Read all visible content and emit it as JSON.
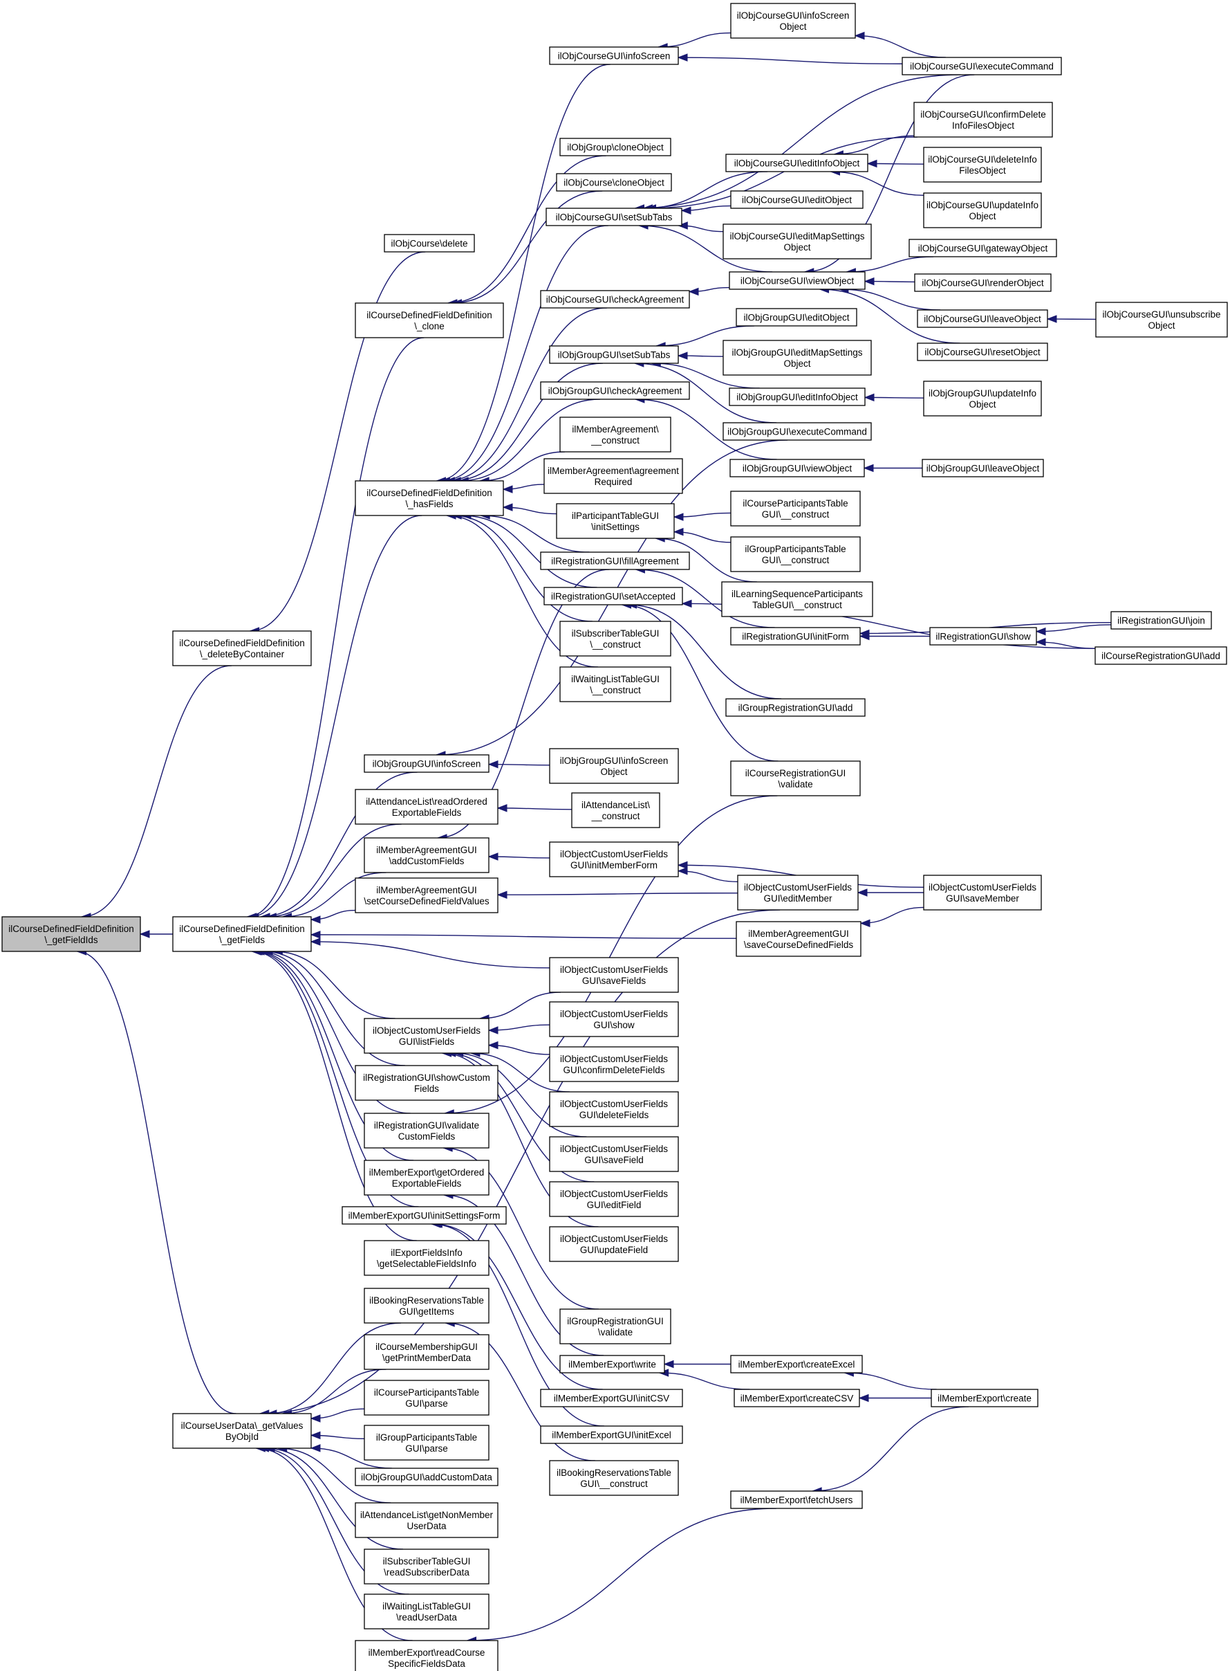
{
  "colors": {
    "edge": "#191970",
    "node_border": "#000000",
    "root_fill": "#bfbfbf",
    "node_fill": "#ffffff"
  },
  "diagram": {
    "nodes": [
      {
        "id": "root",
        "lines": [
          "ilCourseDefinedFieldDefinition",
          "\\_getFieldIds"
        ],
        "root": true
      },
      {
        "id": "deleteByContainer",
        "lines": [
          "ilCourseDefinedFieldDefinition",
          "\\_deleteByContainer"
        ]
      },
      {
        "id": "getFields",
        "lines": [
          "ilCourseDefinedFieldDefinition",
          "\\_getFields"
        ]
      },
      {
        "id": "getValuesByObjId",
        "lines": [
          "ilCourseUserData\\_getValues",
          "ByObjId"
        ]
      },
      {
        "id": "objCourseDelete",
        "lines": [
          "ilObjCourse\\delete"
        ]
      },
      {
        "id": "clone",
        "lines": [
          "ilCourseDefinedFieldDefinition",
          "\\_clone"
        ]
      },
      {
        "id": "hasFields",
        "lines": [
          "ilCourseDefinedFieldDefinition",
          "\\_hasFields"
        ]
      },
      {
        "id": "grpInfoScreen",
        "lines": [
          "ilObjGroupGUI\\infoScreen"
        ]
      },
      {
        "id": "attReadOrdered",
        "lines": [
          "ilAttendanceList\\readOrdered",
          "ExportableFields"
        ]
      },
      {
        "id": "maAddCustomFields",
        "lines": [
          "ilMemberAgreementGUI",
          "\\addCustomFields"
        ]
      },
      {
        "id": "maSetCourseDefined",
        "lines": [
          "ilMemberAgreementGUI",
          "\\setCourseDefinedFieldValues"
        ]
      },
      {
        "id": "ocufListFields",
        "lines": [
          "ilObjectCustomUserFields",
          "GUI\\listFields"
        ]
      },
      {
        "id": "regShowCustom",
        "lines": [
          "ilRegistrationGUI\\showCustom",
          "Fields"
        ]
      },
      {
        "id": "regValidateCustom",
        "lines": [
          "ilRegistrationGUI\\validate",
          "CustomFields"
        ]
      },
      {
        "id": "meGetOrdered",
        "lines": [
          "ilMemberExport\\getOrdered",
          "ExportableFields"
        ]
      },
      {
        "id": "megInitSettings",
        "lines": [
          "ilMemberExportGUI\\initSettingsForm"
        ]
      },
      {
        "id": "efiGetSelectable",
        "lines": [
          "ilExportFieldsInfo",
          "\\getSelectableFieldsInfo"
        ]
      },
      {
        "id": "brtGetItems",
        "lines": [
          "ilBookingReservationsTable",
          "GUI\\getItems"
        ]
      },
      {
        "id": "cmgGetPrint",
        "lines": [
          "ilCourseMembershipGUI",
          "\\getPrintMemberData"
        ]
      },
      {
        "id": "cptParse",
        "lines": [
          "ilCourseParticipantsTable",
          "GUI\\parse"
        ]
      },
      {
        "id": "gptParse",
        "lines": [
          "ilGroupParticipantsTable",
          "GUI\\parse"
        ]
      },
      {
        "id": "grpAddCustomData",
        "lines": [
          "ilObjGroupGUI\\addCustomData"
        ]
      },
      {
        "id": "attGetNonMember",
        "lines": [
          "ilAttendanceList\\getNonMember",
          "UserData"
        ]
      },
      {
        "id": "stgReadSub",
        "lines": [
          "ilSubscriberTableGUI",
          "\\readSubscriberData"
        ]
      },
      {
        "id": "wltReadUser",
        "lines": [
          "ilWaitingListTableGUI",
          "\\readUserData"
        ]
      },
      {
        "id": "meReadCourse",
        "lines": [
          "ilMemberExport\\readCourse",
          "SpecificFieldsData"
        ]
      },
      {
        "id": "crsInfoScreen",
        "lines": [
          "ilObjCourseGUI\\infoScreen"
        ]
      },
      {
        "id": "grpCloneObject",
        "lines": [
          "ilObjGroup\\cloneObject"
        ]
      },
      {
        "id": "crsCloneObject",
        "lines": [
          "ilObjCourse\\cloneObject"
        ]
      },
      {
        "id": "crsSetSubTabs",
        "lines": [
          "ilObjCourseGUI\\setSubTabs"
        ]
      },
      {
        "id": "crsCheckAgreement",
        "lines": [
          "ilObjCourseGUI\\checkAgreement"
        ]
      },
      {
        "id": "grpSetSubTabs",
        "lines": [
          "ilObjGroupGUI\\setSubTabs"
        ]
      },
      {
        "id": "grpCheckAgreement",
        "lines": [
          "ilObjGroupGUI\\checkAgreement"
        ]
      },
      {
        "id": "maConstruct",
        "lines": [
          "ilMemberAgreement\\",
          "__construct"
        ]
      },
      {
        "id": "maAgreementRequired",
        "lines": [
          "ilMemberAgreement\\agreement",
          "Required"
        ]
      },
      {
        "id": "ptgInitSettings",
        "lines": [
          "ilParticipantTableGUI",
          "\\initSettings"
        ]
      },
      {
        "id": "regFillAgreement",
        "lines": [
          "ilRegistrationGUI\\fillAgreement"
        ]
      },
      {
        "id": "regSetAccepted",
        "lines": [
          "ilRegistrationGUI\\setAccepted"
        ]
      },
      {
        "id": "stgConstruct",
        "lines": [
          "ilSubscriberTableGUI",
          "\\__construct"
        ]
      },
      {
        "id": "wltConstruct",
        "lines": [
          "ilWaitingListTableGUI",
          "\\__construct"
        ]
      },
      {
        "id": "grpInfoScreenObject",
        "lines": [
          "ilObjGroupGUI\\infoScreen",
          "Object"
        ]
      },
      {
        "id": "attConstruct",
        "lines": [
          "ilAttendanceList\\",
          "__construct"
        ]
      },
      {
        "id": "ocufInitMemberForm",
        "lines": [
          "ilObjectCustomUserFields",
          "GUI\\initMemberForm"
        ]
      },
      {
        "id": "ocufSaveFields",
        "lines": [
          "ilObjectCustomUserFields",
          "GUI\\saveFields"
        ]
      },
      {
        "id": "ocufShow",
        "lines": [
          "ilObjectCustomUserFields",
          "GUI\\show"
        ]
      },
      {
        "id": "ocufConfirmDelete",
        "lines": [
          "ilObjectCustomUserFields",
          "GUI\\confirmDeleteFields"
        ]
      },
      {
        "id": "ocufDeleteFields",
        "lines": [
          "ilObjectCustomUserFields",
          "GUI\\deleteFields"
        ]
      },
      {
        "id": "ocufSaveField",
        "lines": [
          "ilObjectCustomUserFields",
          "GUI\\saveField"
        ]
      },
      {
        "id": "ocufEditField",
        "lines": [
          "ilObjectCustomUserFields",
          "GUI\\editField"
        ]
      },
      {
        "id": "ocufUpdateField",
        "lines": [
          "ilObjectCustomUserFields",
          "GUI\\updateField"
        ]
      },
      {
        "id": "grgValidate",
        "lines": [
          "ilGroupRegistrationGUI",
          "\\validate"
        ]
      },
      {
        "id": "meWrite",
        "lines": [
          "ilMemberExport\\write"
        ]
      },
      {
        "id": "megInitCSV",
        "lines": [
          "ilMemberExportGUI\\initCSV"
        ]
      },
      {
        "id": "megInitExcel",
        "lines": [
          "ilMemberExportGUI\\initExcel"
        ]
      },
      {
        "id": "brtConstruct",
        "lines": [
          "ilBookingReservationsTable",
          "GUI\\__construct"
        ]
      },
      {
        "id": "crsInfoScreenObject",
        "lines": [
          "ilObjCourseGUI\\infoScreen",
          "Object"
        ]
      },
      {
        "id": "crsExecuteCommand",
        "lines": [
          "ilObjCourseGUI\\executeCommand"
        ]
      },
      {
        "id": "crsConfirmDelete",
        "lines": [
          "ilObjCourseGUI\\confirmDelete",
          "InfoFilesObject"
        ]
      },
      {
        "id": "crsEditInfoObject",
        "lines": [
          "ilObjCourseGUI\\editInfoObject"
        ]
      },
      {
        "id": "crsDeleteInfo",
        "lines": [
          "ilObjCourseGUI\\deleteInfo",
          "FilesObject"
        ]
      },
      {
        "id": "crsEditObject",
        "lines": [
          "ilObjCourseGUI\\editObject"
        ]
      },
      {
        "id": "crsUpdateInfo",
        "lines": [
          "ilObjCourseGUI\\updateInfo",
          "Object"
        ]
      },
      {
        "id": "crsEditMap",
        "lines": [
          "ilObjCourseGUI\\editMapSettings",
          "Object"
        ]
      },
      {
        "id": "crsViewObject",
        "lines": [
          "ilObjCourseGUI\\viewObject"
        ]
      },
      {
        "id": "crsGateway",
        "lines": [
          "ilObjCourseGUI\\gatewayObject"
        ]
      },
      {
        "id": "crsRender",
        "lines": [
          "ilObjCourseGUI\\renderObject"
        ]
      },
      {
        "id": "crsLeave",
        "lines": [
          "ilObjCourseGUI\\leaveObject"
        ]
      },
      {
        "id": "crsUnsubscribe",
        "lines": [
          "ilObjCourseGUI\\unsubscribe",
          "Object"
        ]
      },
      {
        "id": "crsReset",
        "lines": [
          "ilObjCourseGUI\\resetObject"
        ]
      },
      {
        "id": "grpEditObject",
        "lines": [
          "ilObjGroupGUI\\editObject"
        ]
      },
      {
        "id": "grpEditMap",
        "lines": [
          "ilObjGroupGUI\\editMapSettings",
          "Object"
        ]
      },
      {
        "id": "grpEditInfoObject",
        "lines": [
          "ilObjGroupGUI\\editInfoObject"
        ]
      },
      {
        "id": "grpUpdateInfo",
        "lines": [
          "ilObjGroupGUI\\updateInfo",
          "Object"
        ]
      },
      {
        "id": "grpExecuteCommand",
        "lines": [
          "ilObjGroupGUI\\executeCommand"
        ]
      },
      {
        "id": "grpViewObject",
        "lines": [
          "ilObjGroupGUI\\viewObject"
        ]
      },
      {
        "id": "grpLeave",
        "lines": [
          "ilObjGroupGUI\\leaveObject"
        ]
      },
      {
        "id": "cptConstruct",
        "lines": [
          "ilCourseParticipantsTable",
          "GUI\\__construct"
        ]
      },
      {
        "id": "gptConstruct",
        "lines": [
          "ilGroupParticipantsTable",
          "GUI\\__construct"
        ]
      },
      {
        "id": "lsptConstruct",
        "lines": [
          "ilLearningSequenceParticipants",
          "TableGUI\\__construct"
        ]
      },
      {
        "id": "regInitForm",
        "lines": [
          "ilRegistrationGUI\\initForm"
        ]
      },
      {
        "id": "regShow",
        "lines": [
          "ilRegistrationGUI\\show"
        ]
      },
      {
        "id": "regJoin",
        "lines": [
          "ilRegistrationGUI\\join"
        ]
      },
      {
        "id": "crgAdd",
        "lines": [
          "ilCourseRegistrationGUI\\add"
        ]
      },
      {
        "id": "grgAdd",
        "lines": [
          "ilGroupRegistrationGUI\\add"
        ]
      },
      {
        "id": "crgValidate",
        "lines": [
          "ilCourseRegistrationGUI",
          "\\validate"
        ]
      },
      {
        "id": "ocufEditMember",
        "lines": [
          "ilObjectCustomUserFields",
          "GUI\\editMember"
        ]
      },
      {
        "id": "ocufSaveMember",
        "lines": [
          "ilObjectCustomUserFields",
          "GUI\\saveMember"
        ]
      },
      {
        "id": "maSaveCourseDefined",
        "lines": [
          "ilMemberAgreementGUI",
          "\\saveCourseDefinedFields"
        ]
      },
      {
        "id": "meCreateExcel",
        "lines": [
          "ilMemberExport\\createExcel"
        ]
      },
      {
        "id": "meCreateCSV",
        "lines": [
          "ilMemberExport\\createCSV"
        ]
      },
      {
        "id": "meCreate",
        "lines": [
          "ilMemberExport\\create"
        ]
      },
      {
        "id": "meFetchUsers",
        "lines": [
          "ilMemberExport\\fetchUsers"
        ]
      }
    ],
    "edges": [
      [
        "deleteByContainer",
        "root"
      ],
      [
        "getFields",
        "root"
      ],
      [
        "getValuesByObjId",
        "root"
      ],
      [
        "objCourseDelete",
        "deleteByContainer"
      ],
      [
        "clone",
        "getFields"
      ],
      [
        "hasFields",
        "getFields"
      ],
      [
        "grpInfoScreen",
        "getFields"
      ],
      [
        "attReadOrdered",
        "getFields"
      ],
      [
        "maAddCustomFields",
        "getFields"
      ],
      [
        "maSetCourseDefined",
        "getFields"
      ],
      [
        "ocufListFields",
        "getFields"
      ],
      [
        "regShowCustom",
        "getFields"
      ],
      [
        "regValidateCustom",
        "getFields"
      ],
      [
        "meGetOrdered",
        "getFields"
      ],
      [
        "megInitSettings",
        "getFields"
      ],
      [
        "efiGetSelectable",
        "getFields"
      ],
      [
        "maSaveCourseDefined",
        "getFields"
      ],
      [
        "ocufSaveFields",
        "getFields"
      ],
      [
        "brtGetItems",
        "getValuesByObjId"
      ],
      [
        "cmgGetPrint",
        "getValuesByObjId"
      ],
      [
        "cptParse",
        "getValuesByObjId"
      ],
      [
        "gptParse",
        "getValuesByObjId"
      ],
      [
        "grpAddCustomData",
        "getValuesByObjId"
      ],
      [
        "attGetNonMember",
        "getValuesByObjId"
      ],
      [
        "stgReadSub",
        "getValuesByObjId"
      ],
      [
        "wltReadUser",
        "getValuesByObjId"
      ],
      [
        "meReadCourse",
        "getValuesByObjId"
      ],
      [
        "ocufEditMember",
        "getValuesByObjId"
      ],
      [
        "grpCloneObject",
        "clone"
      ],
      [
        "crsCloneObject",
        "clone"
      ],
      [
        "crsInfoScreen",
        "hasFields"
      ],
      [
        "crsSetSubTabs",
        "hasFields"
      ],
      [
        "crsCheckAgreement",
        "hasFields"
      ],
      [
        "grpSetSubTabs",
        "hasFields"
      ],
      [
        "grpCheckAgreement",
        "hasFields"
      ],
      [
        "maConstruct",
        "hasFields"
      ],
      [
        "maAgreementRequired",
        "hasFields"
      ],
      [
        "ptgInitSettings",
        "hasFields"
      ],
      [
        "regFillAgreement",
        "hasFields"
      ],
      [
        "regSetAccepted",
        "hasFields"
      ],
      [
        "stgConstruct",
        "hasFields"
      ],
      [
        "wltConstruct",
        "hasFields"
      ],
      [
        "grpInfoScreenObject",
        "grpInfoScreen"
      ],
      [
        "grpExecuteCommand",
        "grpInfoScreen"
      ],
      [
        "attConstruct",
        "attReadOrdered"
      ],
      [
        "ocufInitMemberForm",
        "maAddCustomFields"
      ],
      [
        "regFillAgreement",
        "maAddCustomFields"
      ],
      [
        "ocufEditMember",
        "maSetCourseDefined"
      ],
      [
        "ocufSaveFields",
        "ocufListFields"
      ],
      [
        "ocufShow",
        "ocufListFields"
      ],
      [
        "ocufConfirmDelete",
        "ocufListFields"
      ],
      [
        "ocufDeleteFields",
        "ocufListFields"
      ],
      [
        "ocufSaveField",
        "ocufListFields"
      ],
      [
        "ocufEditField",
        "ocufListFields"
      ],
      [
        "ocufUpdateField",
        "ocufListFields"
      ],
      [
        "grgValidate",
        "regValidateCustom"
      ],
      [
        "crgValidate",
        "regValidateCustom"
      ],
      [
        "meWrite",
        "meGetOrdered"
      ],
      [
        "megInitCSV",
        "megInitSettings"
      ],
      [
        "megInitExcel",
        "megInitSettings"
      ],
      [
        "brtConstruct",
        "brtGetItems"
      ],
      [
        "meFetchUsers",
        "meReadCourse"
      ],
      [
        "crsInfoScreenObject",
        "crsInfoScreen"
      ],
      [
        "crsExecuteCommand",
        "crsInfoScreen"
      ],
      [
        "crsExecuteCommand",
        "crsInfoScreenObject"
      ],
      [
        "crsConfirmDelete",
        "crsSetSubTabs"
      ],
      [
        "crsEditInfoObject",
        "crsSetSubTabs"
      ],
      [
        "crsEditObject",
        "crsSetSubTabs"
      ],
      [
        "crsEditMap",
        "crsSetSubTabs"
      ],
      [
        "crsViewObject",
        "crsSetSubTabs"
      ],
      [
        "crsExecuteCommand",
        "crsSetSubTabs"
      ],
      [
        "crsConfirmDelete",
        "crsEditInfoObject"
      ],
      [
        "crsDeleteInfo",
        "crsEditInfoObject"
      ],
      [
        "crsUpdateInfo",
        "crsEditInfoObject"
      ],
      [
        "crsViewObject",
        "crsCheckAgreement"
      ],
      [
        "crsGateway",
        "crsViewObject"
      ],
      [
        "crsRender",
        "crsViewObject"
      ],
      [
        "crsLeave",
        "crsViewObject"
      ],
      [
        "crsReset",
        "crsViewObject"
      ],
      [
        "crsExecuteCommand",
        "crsViewObject"
      ],
      [
        "crsUnsubscribe",
        "crsLeave"
      ],
      [
        "grpEditObject",
        "grpSetSubTabs"
      ],
      [
        "grpEditMap",
        "grpSetSubTabs"
      ],
      [
        "grpEditInfoObject",
        "grpSetSubTabs"
      ],
      [
        "grpExecuteCommand",
        "grpSetSubTabs"
      ],
      [
        "grpUpdateInfo",
        "grpEditInfoObject"
      ],
      [
        "grpViewObject",
        "grpCheckAgreement"
      ],
      [
        "grpLeave",
        "grpViewObject"
      ],
      [
        "cptConstruct",
        "ptgInitSettings"
      ],
      [
        "gptConstruct",
        "ptgInitSettings"
      ],
      [
        "lsptConstruct",
        "ptgInitSettings"
      ],
      [
        "regInitForm",
        "regFillAgreement"
      ],
      [
        "crgAdd",
        "regSetAccepted"
      ],
      [
        "grgAdd",
        "regSetAccepted"
      ],
      [
        "crgValidate",
        "regSetAccepted"
      ],
      [
        "regShow",
        "regInitForm"
      ],
      [
        "regJoin",
        "regInitForm"
      ],
      [
        "regJoin",
        "regShow"
      ],
      [
        "crgAdd",
        "regShow"
      ],
      [
        "ocufEditMember",
        "ocufInitMemberForm"
      ],
      [
        "ocufSaveMember",
        "ocufInitMemberForm"
      ],
      [
        "ocufSaveMember",
        "ocufEditMember"
      ],
      [
        "ocufSaveMember",
        "maSaveCourseDefined"
      ],
      [
        "meCreateExcel",
        "meWrite"
      ],
      [
        "meCreateCSV",
        "meWrite"
      ],
      [
        "meCreate",
        "meCreateExcel"
      ],
      [
        "meCreate",
        "meCreateCSV"
      ],
      [
        "meCreate",
        "meFetchUsers"
      ]
    ]
  }
}
